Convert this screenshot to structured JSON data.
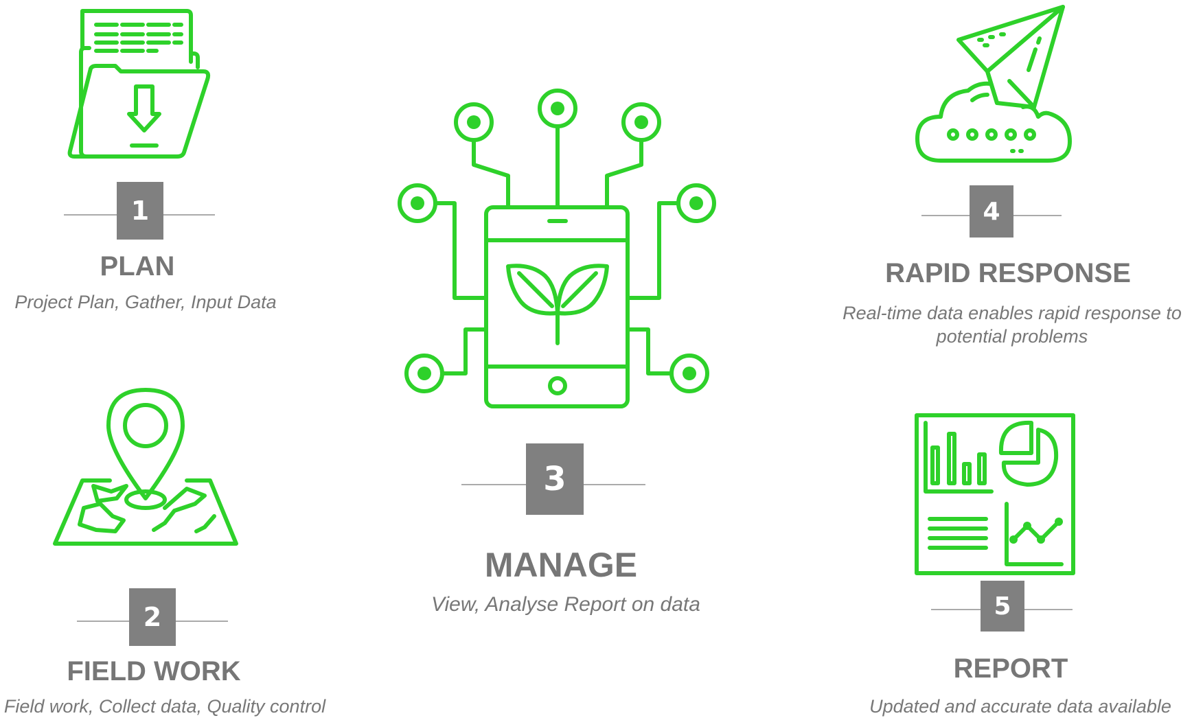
{
  "accent_color": "#2ed12a",
  "badge_color": "#808080",
  "steps": [
    {
      "number": "1",
      "title": "PLAN",
      "description": "Project Plan, Gather, Input Data",
      "icon": "folder-download-icon"
    },
    {
      "number": "2",
      "title": "FIELD WORK",
      "description": "Field work, Collect data, Quality control",
      "icon": "map-pin-icon"
    },
    {
      "number": "3",
      "title": "MANAGE",
      "description": "View, Analyse Report on data",
      "icon": "smart-tablet-plant-icon"
    },
    {
      "number": "4",
      "title": "RAPID RESPONSE",
      "description": "Real-time data enables rapid response to potential problems",
      "icon": "paper-plane-cloud-icon"
    },
    {
      "number": "5",
      "title": "REPORT",
      "description": "Updated and accurate data available",
      "icon": "report-dashboard-icon"
    }
  ]
}
